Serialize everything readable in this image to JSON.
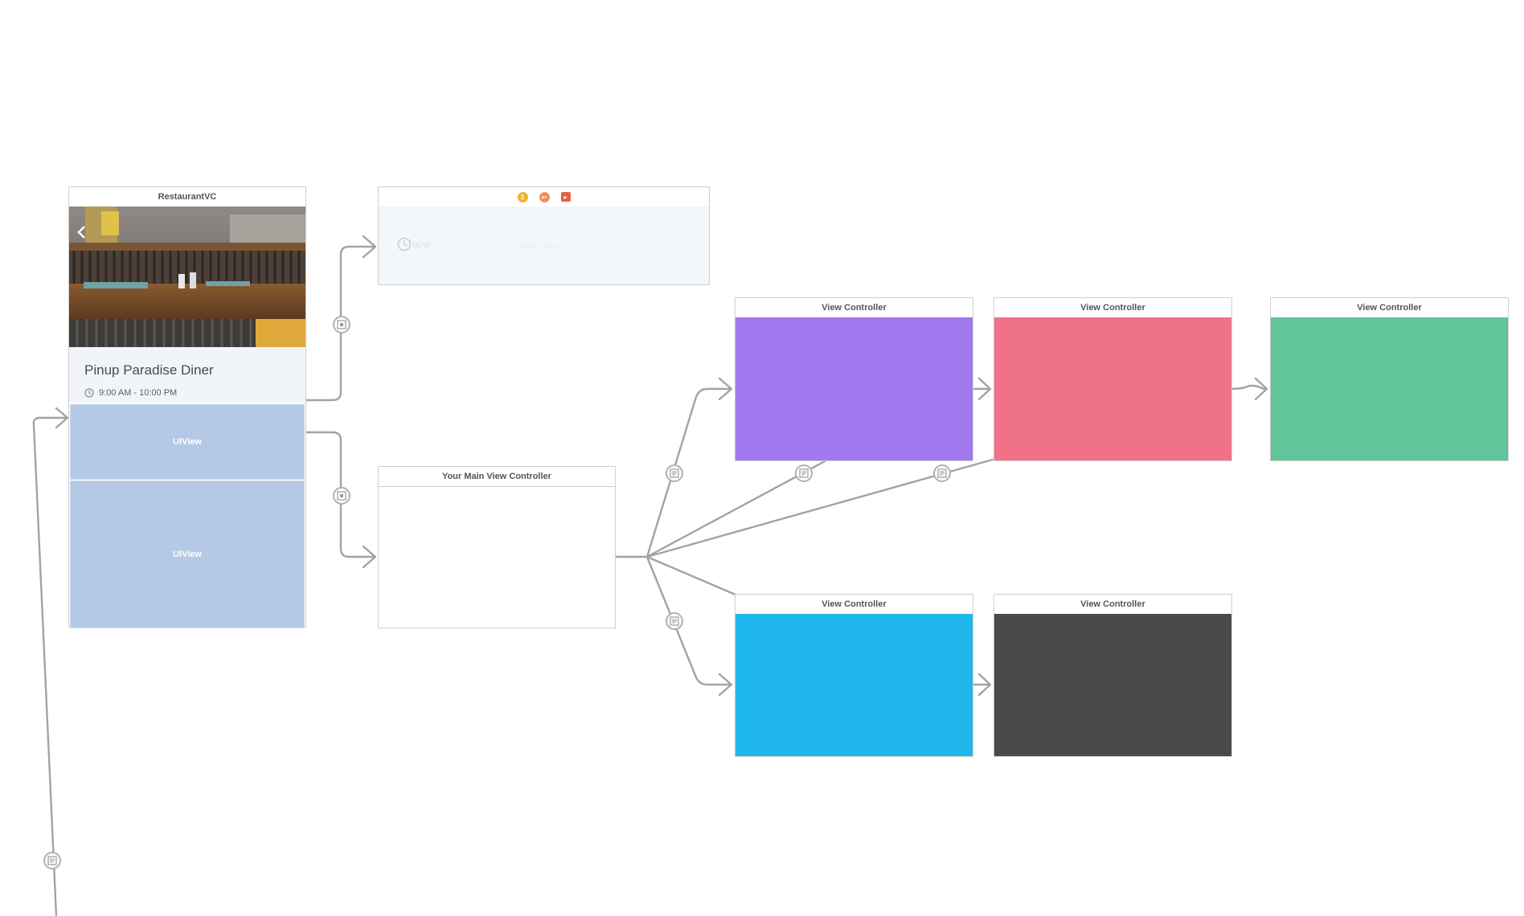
{
  "canvas": {
    "background": "#ffffff",
    "wire_color": "#a3a3a3"
  },
  "restaurant_vc": {
    "title": "RestaurantVC",
    "restaurant_name": "Pinup Paradise Diner",
    "hours": "9:00 AM - 10:00 PM",
    "top_view_label": "UIView",
    "bottom_view_label": "UIView",
    "view_color": "#b4c9e5"
  },
  "top_bar_scene": {
    "title_icons": [
      "first-responder-icon",
      "exit-icon",
      "view-controller-icon"
    ],
    "now_label": "NOW",
    "center_label": "Header View"
  },
  "main_vc": {
    "title": "Your Main View Controller"
  },
  "view_controllers": [
    {
      "title": "View Controller",
      "color": "#a278ee"
    },
    {
      "title": "View Controller",
      "color": "#f07289"
    },
    {
      "title": "View Controller",
      "color": "#61c49a"
    },
    {
      "title": "View Controller",
      "color": "#1fb7ec"
    },
    {
      "title": "View Controller",
      "color": "#4a4a4a"
    }
  ]
}
